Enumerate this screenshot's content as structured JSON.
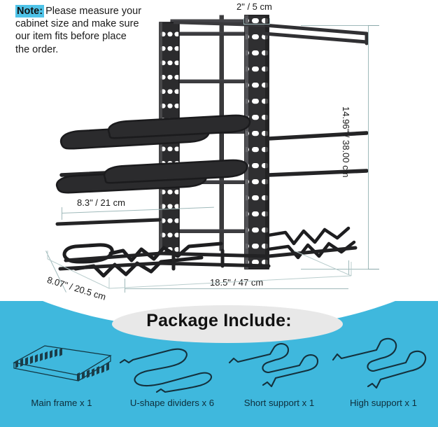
{
  "note": {
    "badge": "Note:",
    "lines": [
      "Please measure your",
      "cabinet size and make sure",
      "our item fits before place",
      "the order."
    ]
  },
  "dimensions": {
    "top_width": "2\" / 5 cm",
    "height": "14.96\" / 38.00 cm",
    "shelf_depth": "8.3\" / 21 cm",
    "base_depth": "8.07\" / 20.5 cm",
    "base_width": "18.5\" / 47 cm"
  },
  "package": {
    "title": "Package Include:",
    "items": [
      {
        "label": "Main frame x 1",
        "art": "main-frame"
      },
      {
        "label": "U-shape dividers x 6",
        "art": "u-shape-divider"
      },
      {
        "label": "Short support x 1",
        "art": "short-support"
      },
      {
        "label": "High support x 1",
        "art": "high-support"
      }
    ]
  },
  "colors": {
    "accent_blue": "#3fb8dd",
    "note_highlight": "#4fc3e8",
    "rack_black": "#231f20",
    "dim_line": "#9fb9ba",
    "title_ellipse": "#e8e8e8"
  },
  "product": {
    "type": "adjustable pot and pan organizer rack",
    "tiers": 8
  }
}
